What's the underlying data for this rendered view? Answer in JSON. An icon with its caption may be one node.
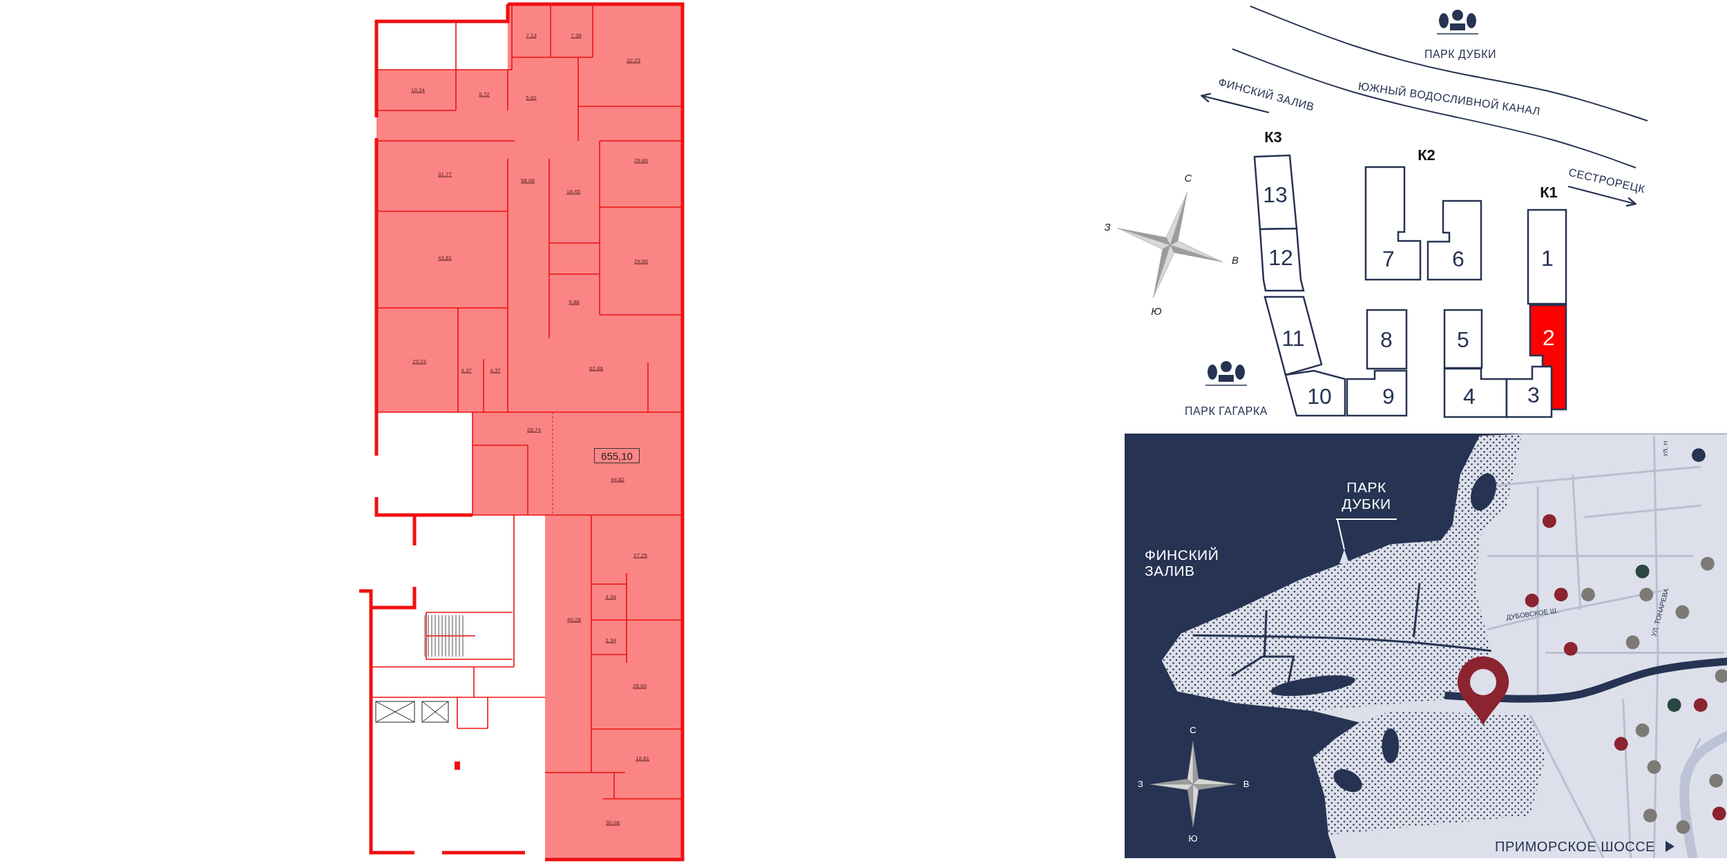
{
  "diagram": {
    "nodes": [
      {
        "text": [
          "655,10"
        ]
      },
      {
        "text": [
          "13"
        ]
      },
      {
        "text": [
          "7"
        ]
      },
      {
        "text": [
          "6"
        ]
      },
      {
        "text": [
          "1"
        ]
      },
      {
        "text": [
          "12"
        ]
      },
      {
        "text": [
          "11"
        ]
      },
      {
        "text": [
          "8"
        ]
      },
      {
        "text": [
          "5"
        ]
      },
      {
        "text": [
          "2"
        ]
      },
      {
        "text": [
          "10"
        ]
      },
      {
        "text": [
          "9"
        ]
      },
      {
        "text": [
          "4"
        ]
      },
      {
        "text": [
          "3"
        ]
      },
      {
        "text": [
          "ПАРК ДУБКИ"
        ]
      },
      {
        "text": [],
        "shape": "picture"
      }
    ],
    "edges": [
      {
        "from": 14,
        "to": 15,
        "arrow": "none"
      }
    ],
    "labels": [
      "7,13",
      "7,35",
      "32,23",
      "10,34",
      "6,72",
      "5,82",
      "29,80",
      "31,77",
      "58,06",
      "18,45",
      "43,81",
      "29,50",
      "9,88",
      "62,88",
      "29,23",
      "4,37",
      "4,37",
      "28,74",
      "44,82",
      "27,25",
      "3,34",
      "40,28",
      "3,34",
      "28,90",
      "18,81",
      "30,08",
      "ПАРК ДУБКИ",
      "ФИНСКИЙ ЗАЛИВ",
      "ЮЖНЫЙ ВОДОСЛИВНОЙ КАНАЛ",
      "К3",
      "К2",
      "СЕСТРОРЕЦК",
      "К1",
      "С",
      "З",
      "В",
      "Ю",
      "ПАРК ГАГАРКА",
      "УЛ. Н",
      "ФИНСКИЙ ЗАЛИВ",
      "ДУБОВСКОЕ Ш.",
      "УЛ. ТОНАРЕВА",
      "С",
      "З",
      "В",
      "Ю",
      "ПРИМОРСКОЕ ШОССЕ"
    ]
  }
}
